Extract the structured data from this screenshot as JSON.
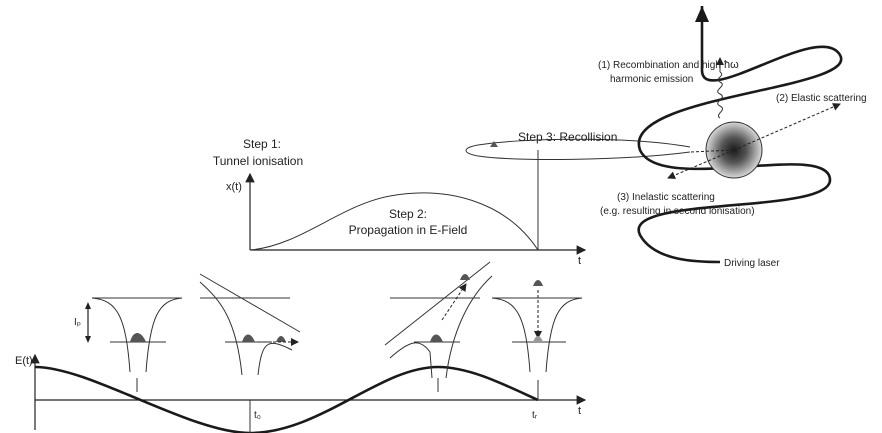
{
  "labels": {
    "step1_line1": "Step 1:",
    "step1_line2": "Tunnel ionisation",
    "step2_line1": "Step 2:",
    "step2_line2": "Propagation in E-Field",
    "step3": "Step 3: Recollision",
    "xt_axis": "x(t)",
    "t_axis_top": "t",
    "et_axis": "E(t)",
    "t_axis_bottom": "t",
    "tb": "t₀",
    "tr": "tᵣ",
    "ip": "Iₚ",
    "hw": "ħω",
    "recomb_line1": "(1) Recombination and high",
    "recomb_line2": "harmonic emission",
    "elastic": "(2) Elastic scattering",
    "inelastic_line1": "(3) Inelastic scattering",
    "inelastic_line2": "(e.g. resulting in second ionisation)",
    "driving_laser": "Driving laser"
  }
}
